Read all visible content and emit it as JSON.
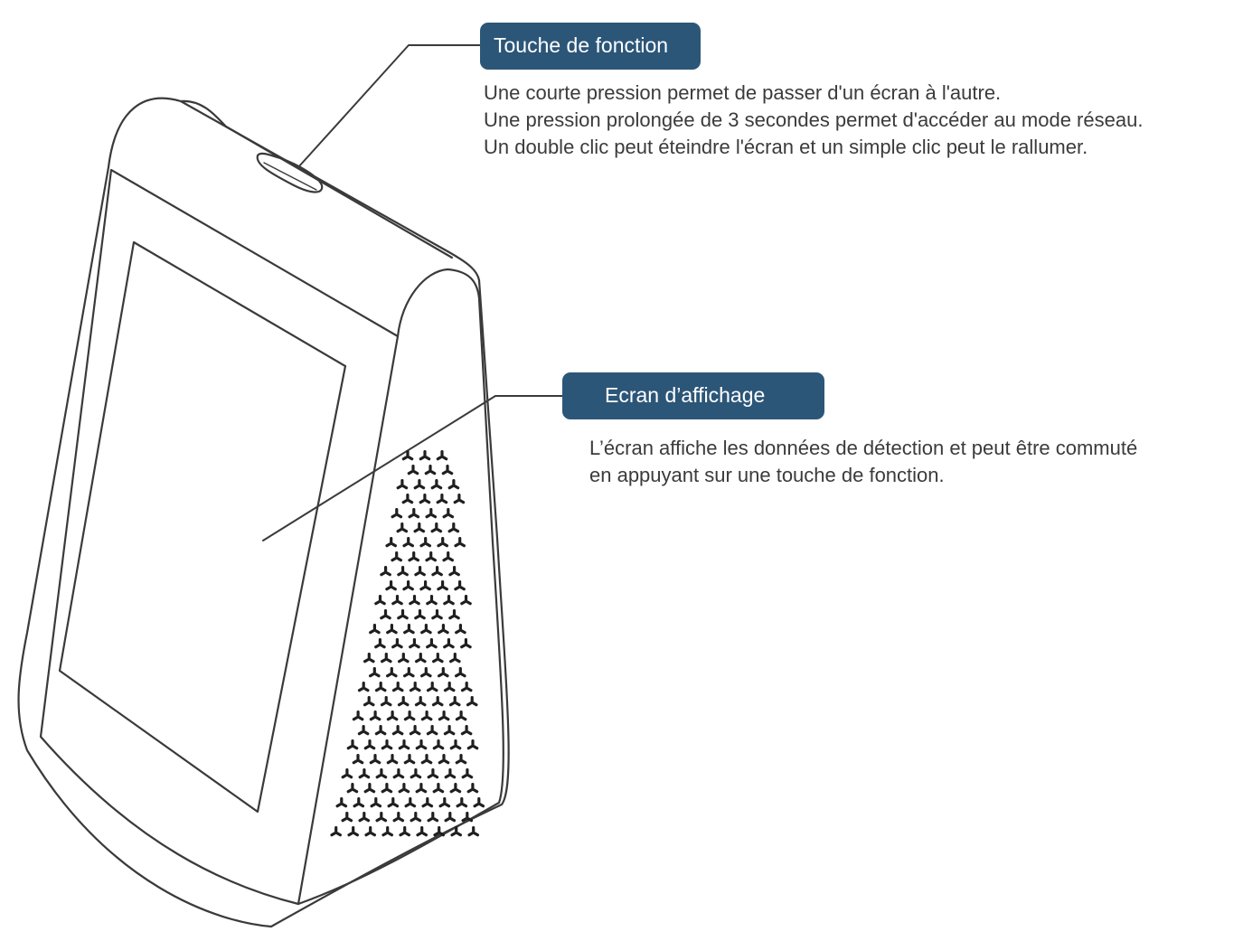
{
  "callouts": {
    "function_key": {
      "label": "Touche de fonction",
      "lines": [
        "Une courte pression permet de passer d'un écran à l'autre.",
        "Une pression prolongée de 3 secondes permet d'accéder au mode réseau.",
        "Un double clic peut éteindre l'écran et un simple clic peut le rallumer."
      ]
    },
    "display_screen": {
      "label": "Ecran d’affichage",
      "lines": [
        "L’écran affiche les données de détection et peut être commuté",
        "en appuyant sur une touche de fonction."
      ]
    }
  },
  "colors": {
    "label_background": "#2c5678",
    "label_text": "#ffffff",
    "line_art": "#3a3a3a"
  }
}
